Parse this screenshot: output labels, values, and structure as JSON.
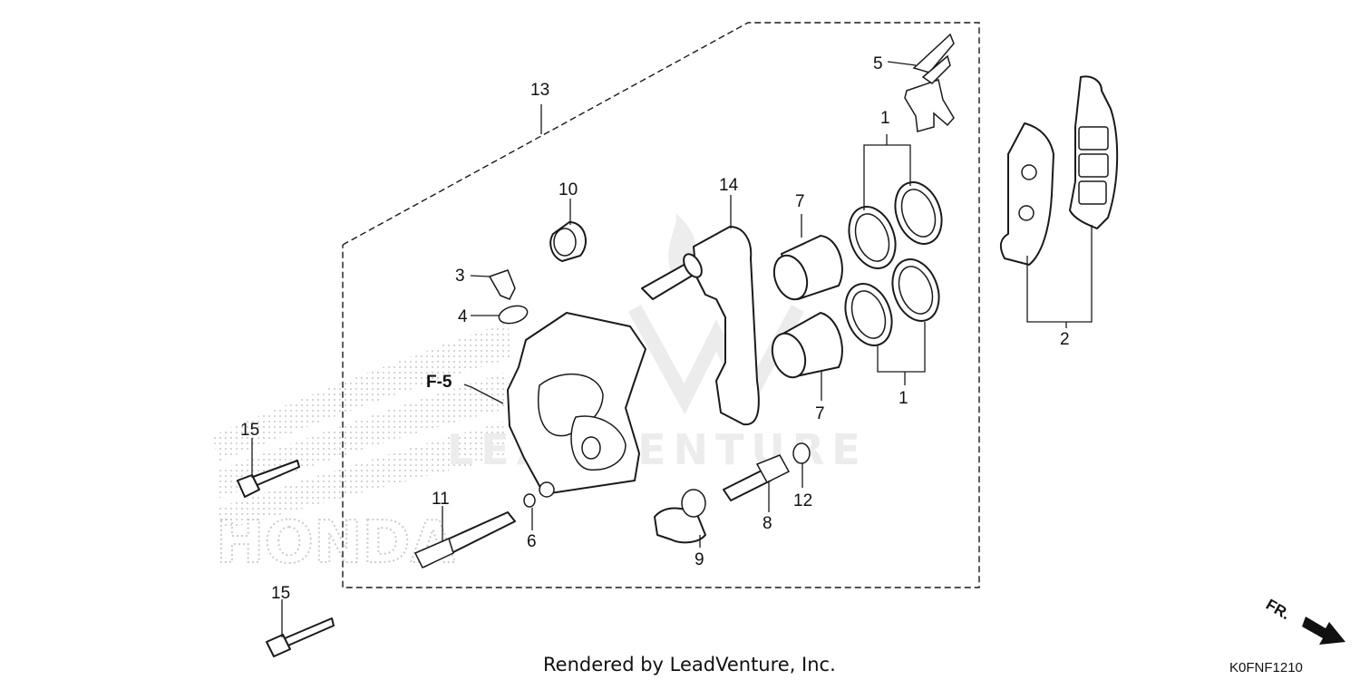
{
  "diagram": {
    "callouts": {
      "c1a": "1",
      "c1b": "1",
      "c2": "2",
      "c3": "3",
      "c4": "4",
      "c5": "5",
      "c6": "6",
      "c7a": "7",
      "c7b": "7",
      "c8": "8",
      "c9": "9",
      "c10": "10",
      "c11": "11",
      "c12": "12",
      "c13": "13",
      "c14": "14",
      "c15a": "15",
      "c15b": "15"
    },
    "ref_label": "F-5",
    "watermark": "LEADVENTURE",
    "background_logo": "HONDA",
    "direction_label": "FR.",
    "credit": "Rendered by LeadVenture, Inc.",
    "diagram_code": "K0FNF1210"
  },
  "colors": {
    "line": "#1a1a1a",
    "watermark": "#ececec",
    "background_logo": "#cccccc"
  }
}
